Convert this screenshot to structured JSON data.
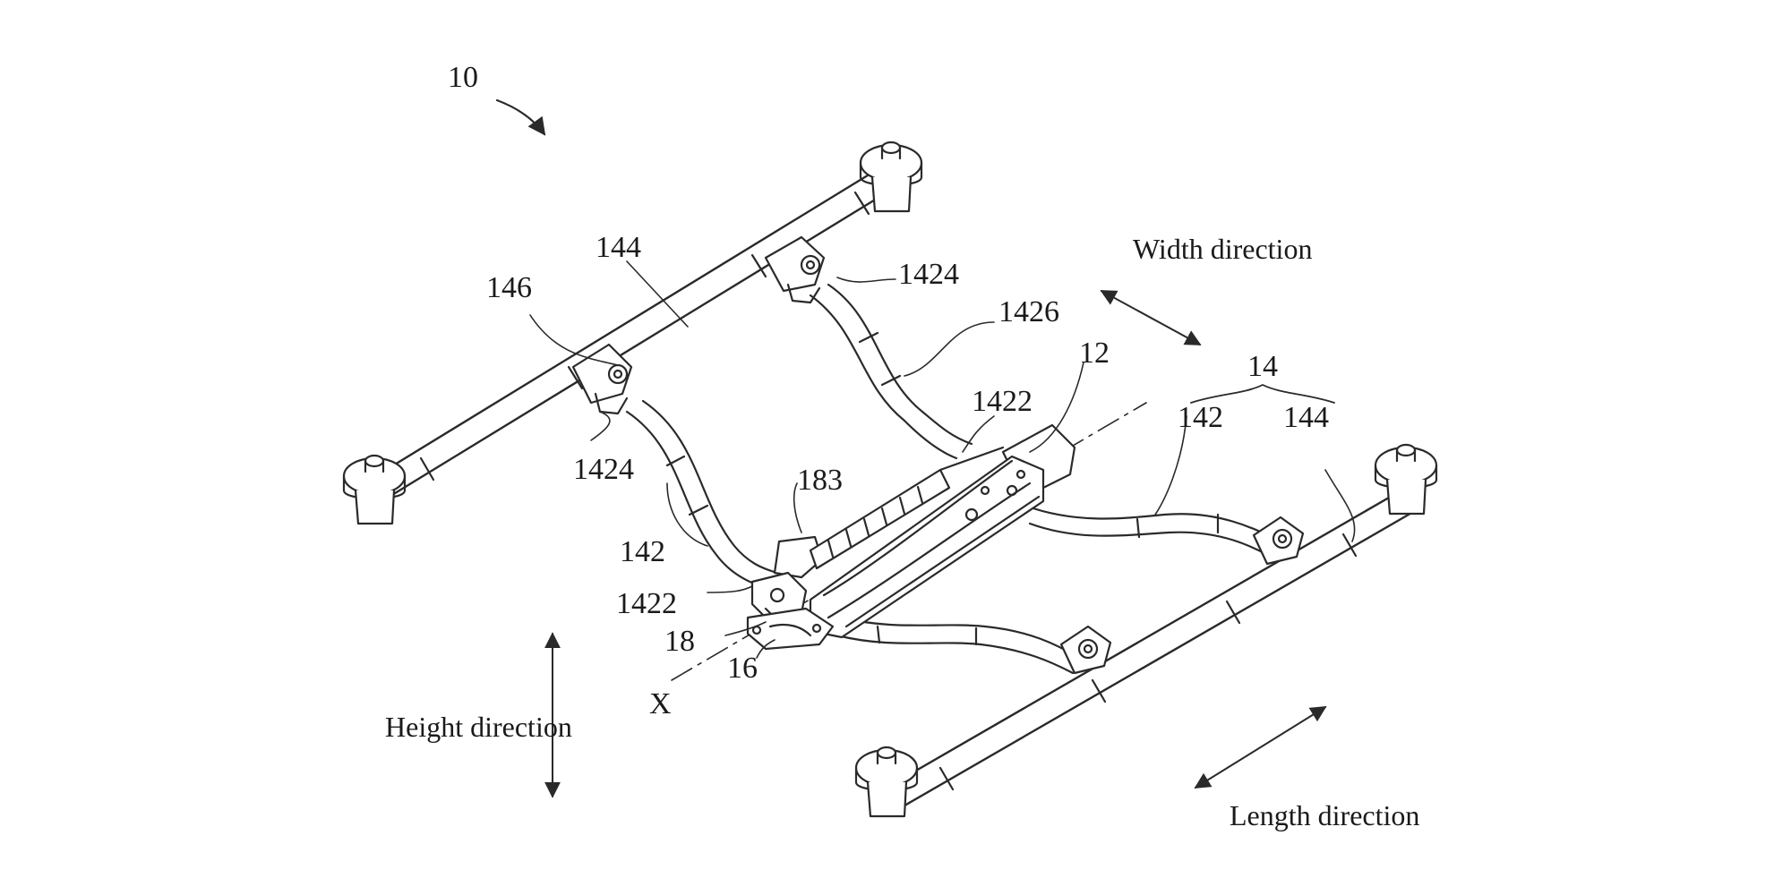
{
  "figure": {
    "ref_main": "10",
    "labels": {
      "l144_a": "144",
      "l146": "146",
      "l1424_a": "1424",
      "l1426": "1426",
      "l1424_b": "1424",
      "l142_a": "142",
      "l183": "183",
      "l1422_a": "1422",
      "l12": "12",
      "l14": "14",
      "l142_b": "142",
      "l144_b": "144",
      "l1422_b": "1422",
      "l18": "18",
      "l16": "16",
      "lX": "X"
    },
    "directions": {
      "width": "Width direction",
      "height": "Height direction",
      "length": "Length direction"
    }
  },
  "colors": {
    "line": "#2a2a2a",
    "fill": "#ffffff",
    "label": "#1a1a1a"
  }
}
